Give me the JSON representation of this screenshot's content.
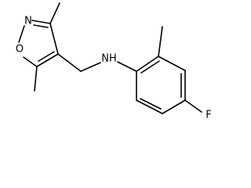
{
  "molecule": {
    "atoms": {
      "isoxazole_n": "N",
      "isoxazole_o": "O",
      "amine_n": "NH",
      "fluorine": "F"
    }
  },
  "colors": {
    "bond": "#000000",
    "label": "#000000",
    "background": "#ffffff"
  }
}
